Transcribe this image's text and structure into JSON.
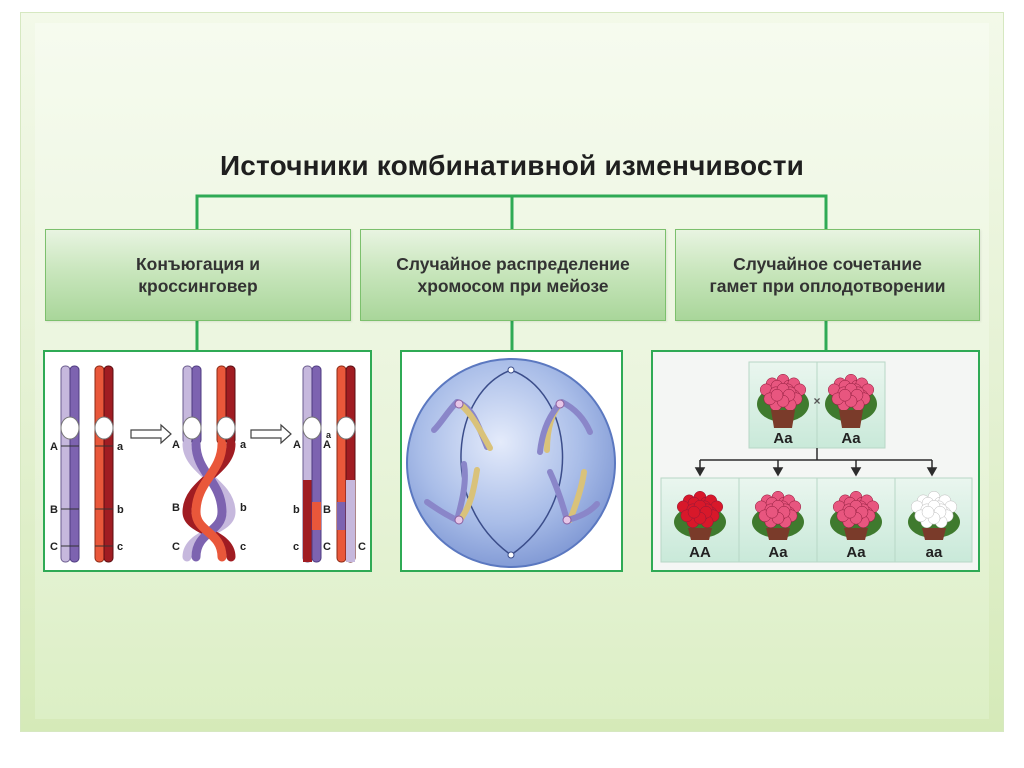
{
  "title": "Источники комбинативной изменчивости",
  "colors": {
    "line": "#2faa55",
    "box_top": "#e8f4e1",
    "box_bottom": "#a9d69a"
  },
  "boxes": [
    {
      "label": "Конъюгация и\nкроссинговер"
    },
    {
      "label": "Случайное распределение\nхромосом при мейозе"
    },
    {
      "label": "Случайное сочетание\nгамет при оплодотворении"
    }
  ],
  "chromosome_labels": {
    "upper_left": "A",
    "upper_right": "a",
    "middle_left": "B",
    "middle_right": "b",
    "lower_left": "C",
    "lower_right": "c"
  },
  "parents": {
    "left": "Aa",
    "cross": "×",
    "right": "Aa"
  },
  "offspring": [
    {
      "genotype": "AA",
      "flower_color": "#d8182a"
    },
    {
      "genotype": "Aa",
      "flower_color": "#e8567f"
    },
    {
      "genotype": "Aa",
      "flower_color": "#e8567f"
    },
    {
      "genotype": "aa",
      "flower_color": "#ffffff"
    }
  ]
}
